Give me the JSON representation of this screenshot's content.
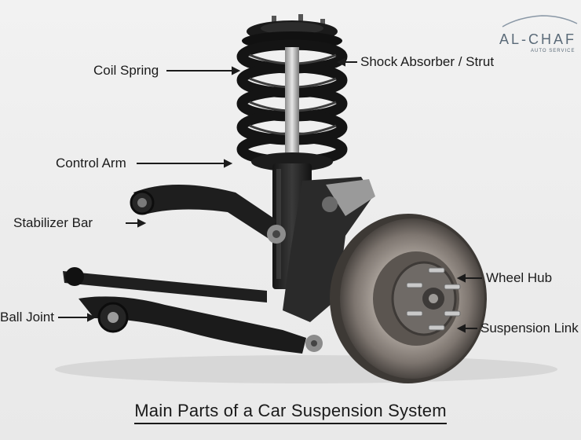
{
  "title": "Main Parts of a Car Suspension System",
  "logo": {
    "name": "AL-CHAF",
    "tagline": "AUTO SERVICE"
  },
  "labels": {
    "coil_spring": "Coil Spring",
    "shock_absorber": "Shock Absorber / Strut",
    "control_arm": "Control Arm",
    "stabilizer_bar": "Stabilizer Bar",
    "ball_joint": "Ball Joint",
    "wheel_hub": "Wheel Hub",
    "suspension_link": "Suspension Link"
  }
}
